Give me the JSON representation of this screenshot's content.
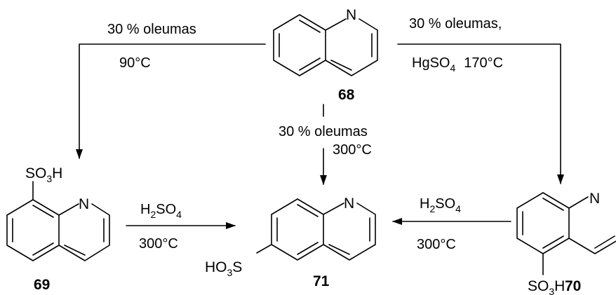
{
  "compounds": {
    "c68": {
      "id": "68",
      "atoms": {
        "ring_n": "N"
      }
    },
    "c69": {
      "id": "69",
      "atoms": {
        "ring_n": "N",
        "substituent": "SO3H"
      }
    },
    "c70": {
      "id": "70",
      "atoms": {
        "ring_n": "N",
        "substituent": "SO3H"
      }
    },
    "c71": {
      "id": "71",
      "atoms": {
        "ring_n": "N",
        "substituent": "HO3S"
      }
    }
  },
  "reactions": {
    "to69": {
      "reagent": "30 % oleumas",
      "condition": "90°C"
    },
    "to70": {
      "reagent": "30 % oleumas,",
      "catalyst_main": "HgSO",
      "catalyst_sub": "4",
      "condition": "170°C"
    },
    "to71": {
      "reagent": "30 % oleumas",
      "condition": "300°C"
    },
    "from69": {
      "reagent_main": "H",
      "reagent_sub1": "2",
      "reagent_mid": "SO",
      "reagent_sub2": "4",
      "condition": "300°C"
    },
    "from70": {
      "reagent_main": "H",
      "reagent_sub1": "2",
      "reagent_mid": "SO",
      "reagent_sub2": "4",
      "condition": "300°C"
    }
  }
}
